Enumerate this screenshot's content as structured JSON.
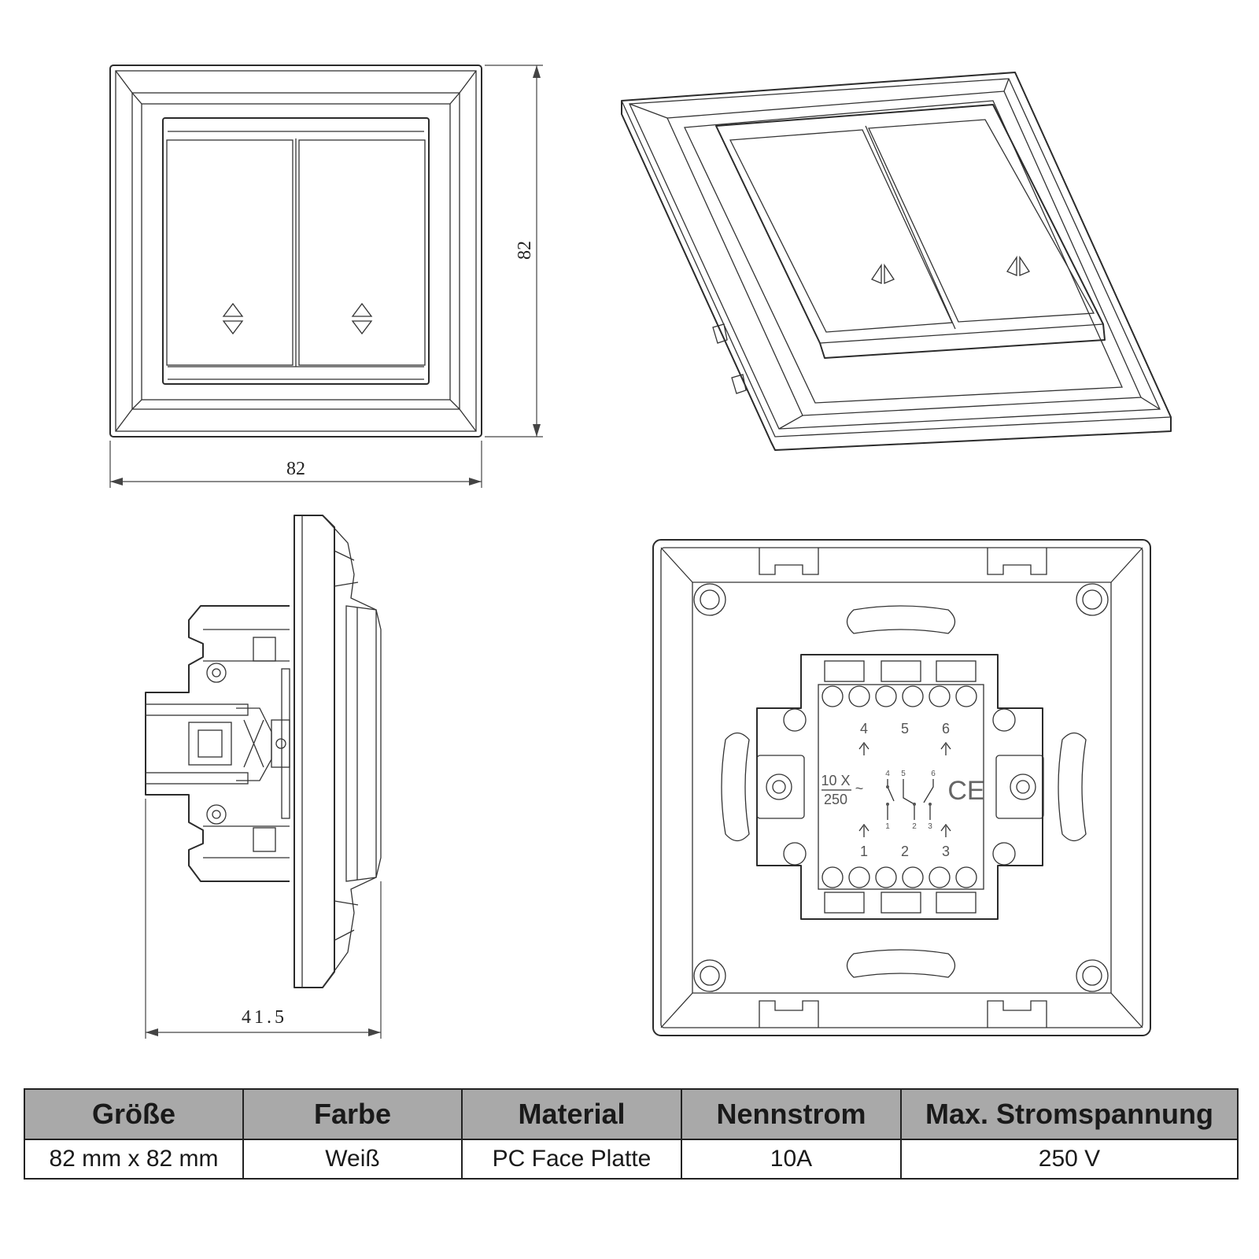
{
  "dimensions": {
    "width": "82",
    "height": "82",
    "depth": "41.5"
  },
  "terminal_labels": {
    "top": [
      "4",
      "5",
      "6"
    ],
    "bottom": [
      "1",
      "2",
      "3"
    ],
    "rating_top": "10 X",
    "rating_bottom": "250",
    "ac_symbol": "~",
    "ce_mark": "CE",
    "schematic_top": [
      "4",
      "5",
      "6"
    ],
    "schematic_bottom": [
      "1",
      "2",
      "3"
    ]
  },
  "spec_table": {
    "headers": [
      "Größe",
      "Farbe",
      "Material",
      "Nennstrom",
      "Max. Stromspannung"
    ],
    "values": [
      "82 mm x 82 mm",
      "Weiß",
      "PC Face Platte",
      "10A",
      "250 V"
    ]
  }
}
